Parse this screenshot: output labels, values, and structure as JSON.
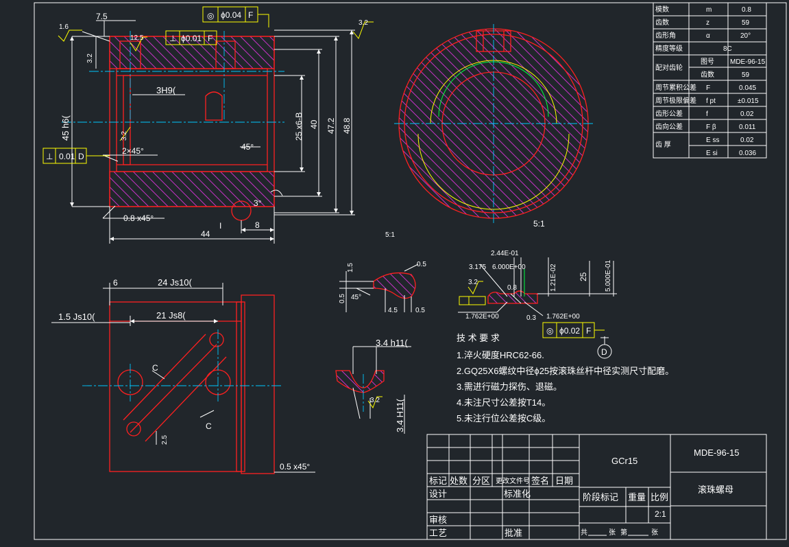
{
  "colors": {
    "background": "#21262b",
    "outline": "#ff2020",
    "hatch": "#c832c8",
    "center": "#00c8ff",
    "dim": "#ffffff",
    "tol": "#ffff00"
  },
  "dims": {
    "d75": "7.5",
    "d16": "1.6",
    "d125": "12.5",
    "d32a": "3.2",
    "d32b": "3.2",
    "d32c": "3.2",
    "fcf1_sym": "◎",
    "fcf1_val": "ϕ0.04",
    "fcf1_ref": "F",
    "fcf2_sym": "⊥",
    "fcf2_val": "ϕ0.01",
    "fcf2_ref": "F",
    "fcf3_sym": "⊥",
    "fcf3_val": "0.01",
    "fcf3_ref": "D",
    "d3h9": "3H9(",
    "d45h6": "45 h6(",
    "d2x45": "2×45°",
    "d45deg": "45°",
    "d25x6": "25 x6-B",
    "d40": "40",
    "d472": "47.2",
    "d488": "48.8",
    "d3deg": "3°",
    "d08x45": "0.8 x45°",
    "d44": "44",
    "d8": "8",
    "dI": "I",
    "scale51a": "5:1",
    "scale51b": "5:1",
    "d24js10": "24 Js10(",
    "d6": "6",
    "d15js10": "1.5  Js10(",
    "d21js8": "21 Js8(",
    "dC1": "C",
    "dC2": "C",
    "d25b": "2.5",
    "d05x45": "0.5 x45°",
    "i_15": "1.5",
    "i_05a": "0.5",
    "i_05b": "0.5",
    "i_45deg": "45°",
    "i_45": "4.5",
    "i_05c": "0.5",
    "i_34h11a": "3.4  h11(",
    "i_34h11b": "3.4  H11(",
    "i_32": "3.2",
    "ii_244": "2.44E-01",
    "ii_3175": "3.175",
    "ii_600": "6.000E+00",
    "ii_08": "0.8",
    "ii_121": "1.21E-02",
    "ii_25": "25",
    "ii_500": "5.000E-01",
    "ii_32": "3.2",
    "ii_1762a": "1.762E+00",
    "ii_03": "0.3",
    "ii_1762b": "1.762E+00",
    "ii_fcf_sym": "◎",
    "ii_fcf_val": "ϕ0.02",
    "ii_fcf_ref": "F",
    "ii_datum": "D"
  },
  "tech": {
    "title": "技 术 要 求",
    "items": [
      "1.淬火硬度HRC62-66.",
      "2.GQ25X6螺纹中径ϕ25按滚珠丝杆中径实测尺寸配磨。",
      "3.需进行磁力探伤、退磁。",
      "4.未注尺寸公差按T14。",
      "5.未注行位公差按C级。"
    ]
  },
  "params": {
    "rows": [
      {
        "name": "模数",
        "sym": "m",
        "val": "0.8"
      },
      {
        "name": "齿数",
        "sym": "z",
        "val": "59"
      },
      {
        "name": "齿形角",
        "sym": "α",
        "val": "20°"
      },
      {
        "name": "精度等级",
        "sym": "",
        "val": "8C"
      },
      {
        "name": "配对齿轮",
        "sym": "图号",
        "val": "MDE-96-15"
      },
      {
        "name": "",
        "sym": "齿数",
        "val": "59"
      },
      {
        "name": "周节累积公差",
        "sym": "F",
        "val": "0.045"
      },
      {
        "name": "周节极限偏差",
        "sym": "f pt",
        "val": "±0.015"
      },
      {
        "name": "齿形公差",
        "sym": "f",
        "val": "0.02"
      },
      {
        "name": "齿向公差",
        "sym": "F β",
        "val": "0.011"
      },
      {
        "name": "齿 厚",
        "sym": "E ss",
        "val": "0.02"
      },
      {
        "name": "",
        "sym": "E si",
        "val": "0.036"
      }
    ]
  },
  "title_block": {
    "material": "GCr15",
    "drawing_no": "MDE-96-15",
    "part_name": "滚珠螺母",
    "scale": "2:1",
    "h_biaoji": "标记",
    "h_chushu": "处数",
    "h_fenqu": "分区",
    "h_wenjian": "更改文件号",
    "h_qianming": "签名",
    "h_riqi": "日期",
    "sheji": "设计",
    "biaozhunhua": "标准化",
    "shenhe": "审核",
    "gongyi": "工艺",
    "pizhun": "批准",
    "jieduan": "阶段标记",
    "zhongliang": "重量",
    "bili": "比例",
    "gong": "共",
    "zhang1": "张",
    "di": "第",
    "zhang2": "张"
  }
}
